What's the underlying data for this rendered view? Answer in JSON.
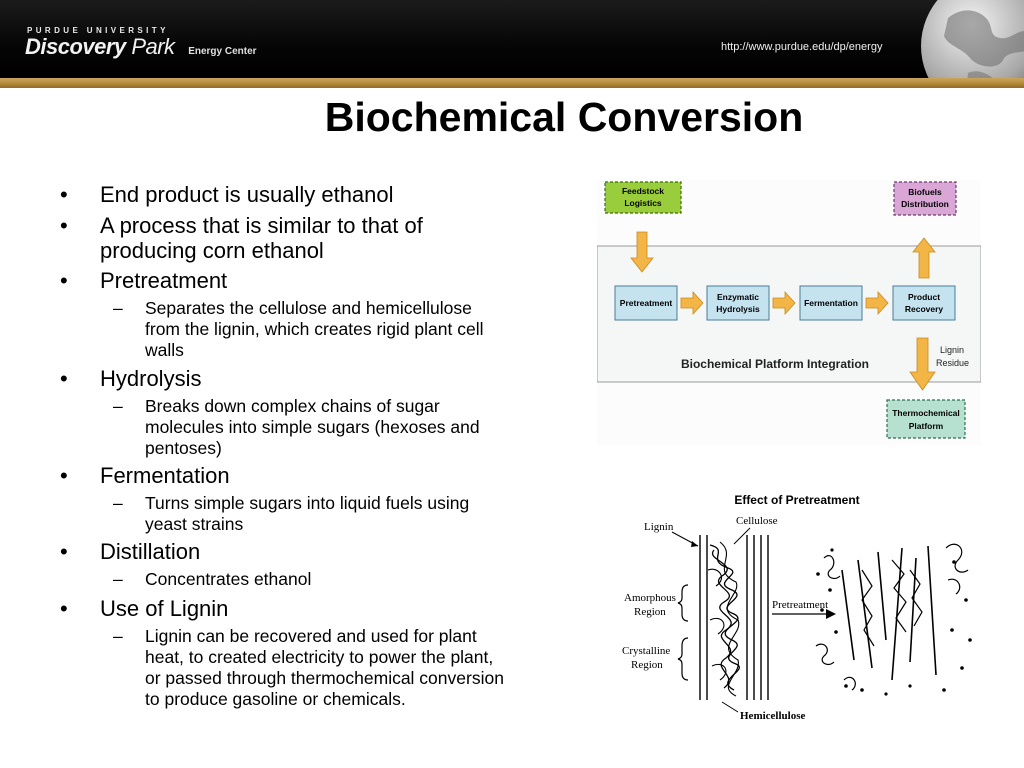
{
  "header": {
    "university": "PURDUE UNIVERSITY",
    "logo_main": "Discovery",
    "logo_park": "Park",
    "logo_sub": "Energy Center",
    "url": "http://www.purdue.edu/dp/energy"
  },
  "slide": {
    "title": "Biochemical Conversion",
    "bullets": [
      {
        "text": "End product is usually ethanol"
      },
      {
        "text": "A process that is similar to that of",
        "cont": "producing corn ethanol"
      },
      {
        "text": "Pretreatment",
        "sub": [
          {
            "lines": [
              "Separates the cellulose and hemicellulose",
              "from the lignin, which creates rigid plant cell",
              "walls"
            ]
          }
        ]
      },
      {
        "text": "Hydrolysis",
        "sub": [
          {
            "lines": [
              "Breaks down complex chains of sugar",
              "molecules into simple sugars (hexoses and",
              "pentoses)"
            ]
          }
        ]
      },
      {
        "text": "Fermentation",
        "sub": [
          {
            "lines": [
              "Turns simple sugars into liquid fuels using",
              "yeast strains"
            ]
          }
        ]
      },
      {
        "text": "Distillation",
        "sub": [
          {
            "lines": [
              "Concentrates ethanol"
            ]
          }
        ]
      },
      {
        "text": "Use of Lignin",
        "sub": [
          {
            "lines": [
              "Lignin can be recovered and used for plant",
              "heat, to created electricity to power the plant,",
              "or passed through thermochemical conversion",
              "to produce gasoline or chemicals."
            ]
          }
        ]
      }
    ]
  },
  "platform_diagram": {
    "feedstock_line1": "Feedstock",
    "feedstock_line2": "Logistics",
    "biofuels_line1": "Biofuels",
    "biofuels_line2": "Distribution",
    "pretreatment": "Pretreatment",
    "enzymatic_line1": "Enzymatic",
    "enzymatic_line2": "Hydrolysis",
    "fermentation": "Fermentation",
    "product_line1": "Product",
    "product_line2": "Recovery",
    "platform_label": "Biochemical Platform Integration",
    "lignin_line1": "Lignin",
    "lignin_line2": "Residue",
    "thermo_line1": "Thermochemical",
    "thermo_line2": "Platform",
    "colors": {
      "green": "#9acd3c",
      "pink": "#d9a6d6",
      "blue": "#c5e2ef",
      "teal": "#b6e0cf",
      "arrow": "#f4b547"
    }
  },
  "pretreatment_figure": {
    "title": "Effect of Pretreatment",
    "lignin": "Lignin",
    "cellulose": "Cellulose",
    "amorphous_line1": "Amorphous",
    "amorphous_line2": "Region",
    "crystalline_line1": "Crystalline",
    "crystalline_line2": "Region",
    "arrow_label": "Pretreatment",
    "hemicellulose": "Hemicellulose"
  }
}
